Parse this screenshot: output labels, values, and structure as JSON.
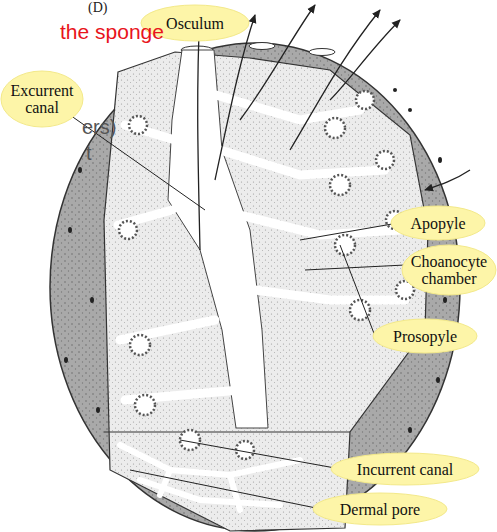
{
  "diagram": {
    "nodes": [
      {
        "text": [
          "Osculum"
        ]
      },
      {
        "text": [
          "Excurrent canal"
        ]
      },
      {
        "text": [
          "Apopyle"
        ]
      },
      {
        "text": [
          "Choanocyte chamber"
        ]
      },
      {
        "text": [
          "Prosopyle"
        ]
      },
      {
        "text": [
          "Incurrent canal"
        ]
      },
      {
        "text": [
          "Dermal pore"
        ]
      }
    ],
    "labels": [
      "(D)",
      "the sponge",
      "ers)",
      "t"
    ]
  }
}
